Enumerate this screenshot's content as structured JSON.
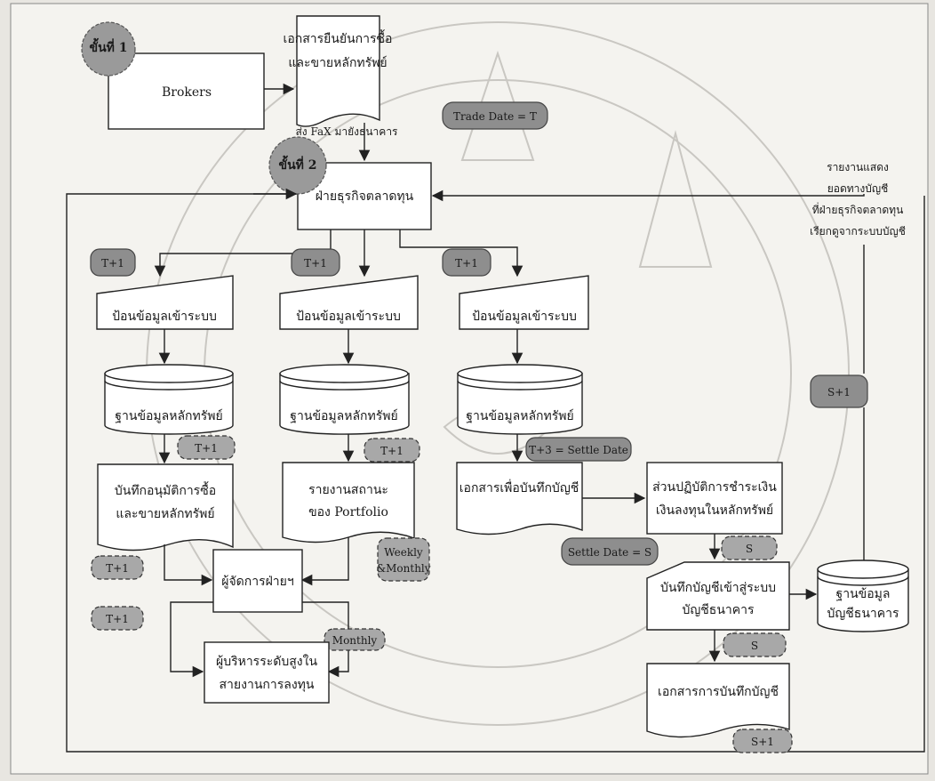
{
  "steps": {
    "step1": "ขั้นที่ 1",
    "step2": "ขั้นที่ 2"
  },
  "processes": {
    "brokers": "Brokers",
    "capital_market": "ฝ่ายธุรกิจตลาดทุน",
    "manager": "ผู้จัดการฝ่ายฯ",
    "senior_exec_1": "ผู้บริหารระดับสูงใน",
    "senior_exec_2": "สายงานการลงทุน",
    "settlement_1": "ส่วนปฏิบัติการชำระเงิน",
    "settlement_2": "เงินลงทุนในหลักทรัพย์",
    "bank_entry_1": "บันทึกบัญชีเข้าสู่ระบบ",
    "bank_entry_2": "บัญชีธนาคาร"
  },
  "documents": {
    "confirm_1": "เอกสารยืนยันการซื้อ",
    "confirm_2": "และขายหลักทรัพย์",
    "approval_1": "บันทึกอนุมัติการซื้อ",
    "approval_2": "และขายหลักทรัพย์",
    "portfolio_1": "รายงานสถานะ",
    "portfolio_2": "ของ Portfolio",
    "accounting_doc": "เอกสารเพื่อบันทึกบัญชี",
    "entry_doc": "เอกสารการบันทึกบัญชี"
  },
  "inputs": {
    "input_1": "ป้อนข้อมูลเข้าระบบ",
    "input_2": "ป้อนข้อมูลเข้าระบบ",
    "input_3": "ป้อนข้อมูลเข้าระบบ"
  },
  "databases": {
    "db_1": "ฐานข้อมูลหลักทรัพย์",
    "db_2": "ฐานข้อมูลหลักทรัพย์",
    "db_3": "ฐานข้อมูลหลักทรัพย์",
    "bank_db_1": "ฐานข้อมูล",
    "bank_db_2": "บัญชีธนาคาร"
  },
  "annotations": {
    "fax": "ส่ง FaX มายังธนาคาร",
    "report_1": "รายงานแสดง",
    "report_2": "ยอดทางบัญชี",
    "report_3": "ที่ฝ่ายธุรกิจตลาดทุน",
    "report_4": "เรียกดูจากระบบบัญชี"
  },
  "timing_tags": {
    "trade_date": "Trade Date = T",
    "t1_a": "T+1",
    "t1_b": "T+1",
    "t1_c": "T+1",
    "t1_d": "T+1",
    "t1_e": "T+1",
    "t1_f": "T+1",
    "t1_g": "T+1",
    "settle": "T+3 = Settle Date",
    "settle_date": "Settle Date = S",
    "weekly_1": "Weekly",
    "weekly_2": "&Monthly",
    "monthly": "Monthly",
    "s_1": "S",
    "s_2": "S",
    "s_plus_1_a": "S+1",
    "s_plus_1_b": "S+1"
  }
}
